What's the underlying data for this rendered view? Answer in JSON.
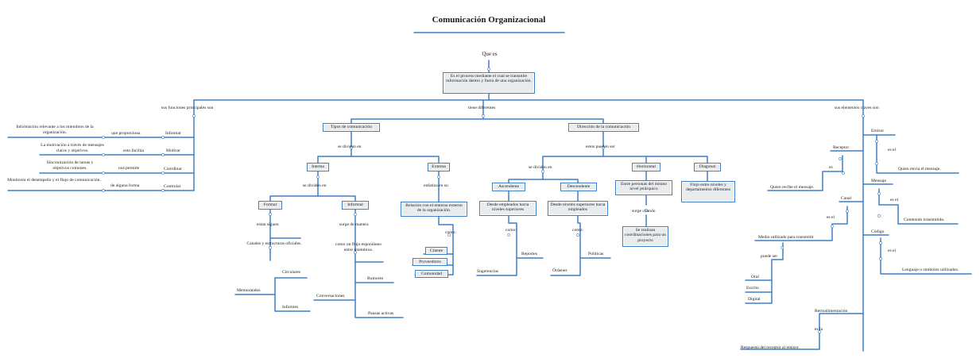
{
  "title": "Comunicación Organizacional",
  "que_es": "Que es",
  "definition": "Es el proceso mediante el cual se transmite información dentro y fuera de una organización.",
  "links": {
    "sus_funciones": "sus funciones principales son",
    "tiene_diferentes": "tiene diferentes",
    "sus_elementos": "sus elementos claves son",
    "se_dividen_en_1": "se dividen en",
    "estos_pueden_ser": "estos pueden ser",
    "se_dividen_en_2": "se dividen en",
    "se_dividen_en_3": "se dividen en",
    "enfatiza_en_su": "enfatiza en su",
    "estan_siguen": "estan siguen",
    "surge_de_manera": "surge de manera",
    "como_1": "como:",
    "como_2": "como:",
    "como_3": "como:",
    "surge_cuando": "surge cuando",
    "es": "es",
    "es_el_1": "es el",
    "es_el_2": "es el",
    "es_el_3": "es el",
    "es_el_4": "es el",
    "es_la": "es la",
    "puede_ser": "puede ser"
  },
  "functions": [
    {
      "desc": "Información relevante a los miembros de la organización.",
      "link": "que proporciona",
      "name": "Informar"
    },
    {
      "desc": "La motivación a través de mensajes claros y objetivos.",
      "link": "esto facilita",
      "name": "Motivar"
    },
    {
      "desc": "Sincronización de tareas y objetivos comunes.",
      "link": "nos permite",
      "name": "Coordinar"
    },
    {
      "desc": "Monitorea el desempeño y el flujo de comunicación.",
      "link": "de alguna forma",
      "name": "Controlar"
    }
  ],
  "types": {
    "label": "Tipos de comunicación",
    "interna": "Interna",
    "externa": "Externa",
    "formal": "Formal",
    "informal": "Informal",
    "externa_desc": "Relación con el entorno externo de la organización.",
    "canales": "Canales y estructuras oficiales.",
    "flujo": "como un flujo espontáneo entre miembros.",
    "circulares": "Circulares",
    "memorandos": "Memorandos",
    "informes": "Informes",
    "rumores": "Rumores",
    "conversaciones": "Conversaciones",
    "pausas": "Pausas activas",
    "cliente": "Cliente",
    "proveedores": "Proveedores",
    "comunidad": "Comunidad"
  },
  "direction": {
    "label": "Dirección de la comunicación",
    "ascendente": "Ascendente",
    "descendente": "Descendente",
    "horizontal": "Horizontal",
    "diagonal": "Diagonal",
    "asc_desc": "Desde empleados hacia niveles superiores",
    "desc_desc": "Desde niveles superiores hacia empleados",
    "hor_desc": "Entre personas del mismo nivel jerárquico",
    "diag_desc": "Flujo entre niveles y departamentos diferentes",
    "proyecto": "Se realizan coordinaciones para un proyecto",
    "reportes": "Reportes",
    "sugerencias": "Sugerencias",
    "politicas": "Políticas",
    "ordenes": "Órdenes"
  },
  "elements": {
    "emisor": "Emisor",
    "emisor_desc": "Quien envía el mensaje.",
    "receptor": "Receptor",
    "receptor_desc": "Quien recibe el mensaje.",
    "mensaje": "Mensaje",
    "mensaje_desc": "Contenido transmitido.",
    "canal": "Canal",
    "canal_desc": "Medio utilizado para transmitir",
    "oral": "Oral",
    "escrito": "Escrito",
    "digital": "Digital",
    "codigo": "Código",
    "codigo_desc": "Lenguaje o símbolos utilizados.",
    "retro": "Retroalimentación",
    "retro_desc": "Respuesta del receptor al emisor."
  },
  "colors": {
    "line": "#3f7fc9",
    "box_fill": "#e9ecef",
    "title_rule": "#2d6cc0"
  }
}
